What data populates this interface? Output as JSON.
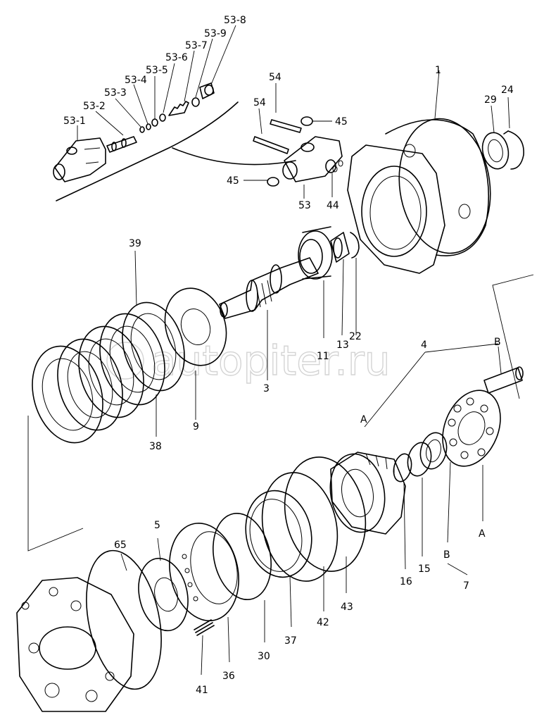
{
  "callouts": {
    "c53_1": "53-1",
    "c53_2": "53-2",
    "c53_3": "53-3",
    "c53_4": "53-4",
    "c53_5": "53-5",
    "c53_6": "53-6",
    "c53_7": "53-7",
    "c53_8": "53-8",
    "c53_9": "53-9",
    "c54a": "54",
    "c54b": "54",
    "c45a": "45",
    "c45b": "45",
    "c53": "53",
    "c44": "44",
    "c1": "1",
    "c29": "29",
    "c24": "24",
    "c39": "39",
    "c11": "11",
    "c13": "13",
    "c22": "22",
    "c3": "3",
    "c9": "9",
    "c38": "38",
    "c4": "4",
    "cA1": "A",
    "cB1": "B",
    "c5": "5",
    "c65": "65",
    "c16": "16",
    "c15": "15",
    "cB2": "B",
    "cA2": "A",
    "c7": "7",
    "c42": "42",
    "c43": "43",
    "c37": "37",
    "c30": "30",
    "c36": "36",
    "c41": "41"
  },
  "watermark": "autopiter.ru"
}
